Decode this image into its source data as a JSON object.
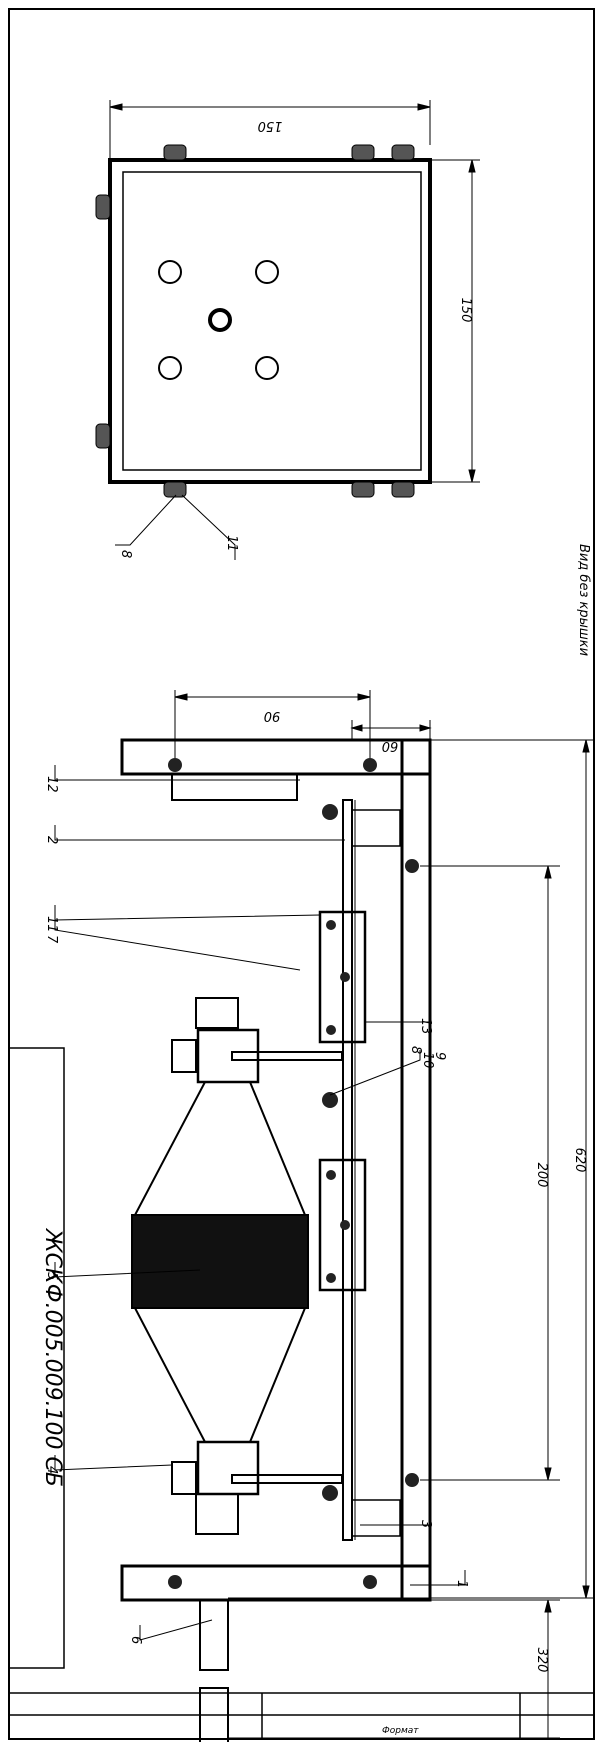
{
  "document_code": "ЖСКФ.005.009.100 СБ",
  "view_caption": "Вид без крышки",
  "stamp_text": "Формат",
  "dimensions": {
    "top_width": "150",
    "top_height": "150",
    "span_90": "90",
    "offset_60": "60",
    "span_200": "200",
    "total_620": "620",
    "protrusion_320": "320"
  },
  "callouts": [
    {
      "id": "c1",
      "text": "1"
    },
    {
      "id": "c2",
      "text": "2"
    },
    {
      "id": "c3",
      "text": "3"
    },
    {
      "id": "c4",
      "text": "4"
    },
    {
      "id": "c5",
      "text": "5"
    },
    {
      "id": "c6",
      "text": "6"
    },
    {
      "id": "c7",
      "text": "7"
    },
    {
      "id": "c8",
      "text": "8"
    },
    {
      "id": "c8b",
      "text": "8"
    },
    {
      "id": "c9",
      "text": "9"
    },
    {
      "id": "c10",
      "text": "10"
    },
    {
      "id": "c11",
      "text": "11"
    },
    {
      "id": "c11b",
      "text": "11"
    },
    {
      "id": "c12",
      "text": "12"
    },
    {
      "id": "c13",
      "text": "13"
    }
  ]
}
